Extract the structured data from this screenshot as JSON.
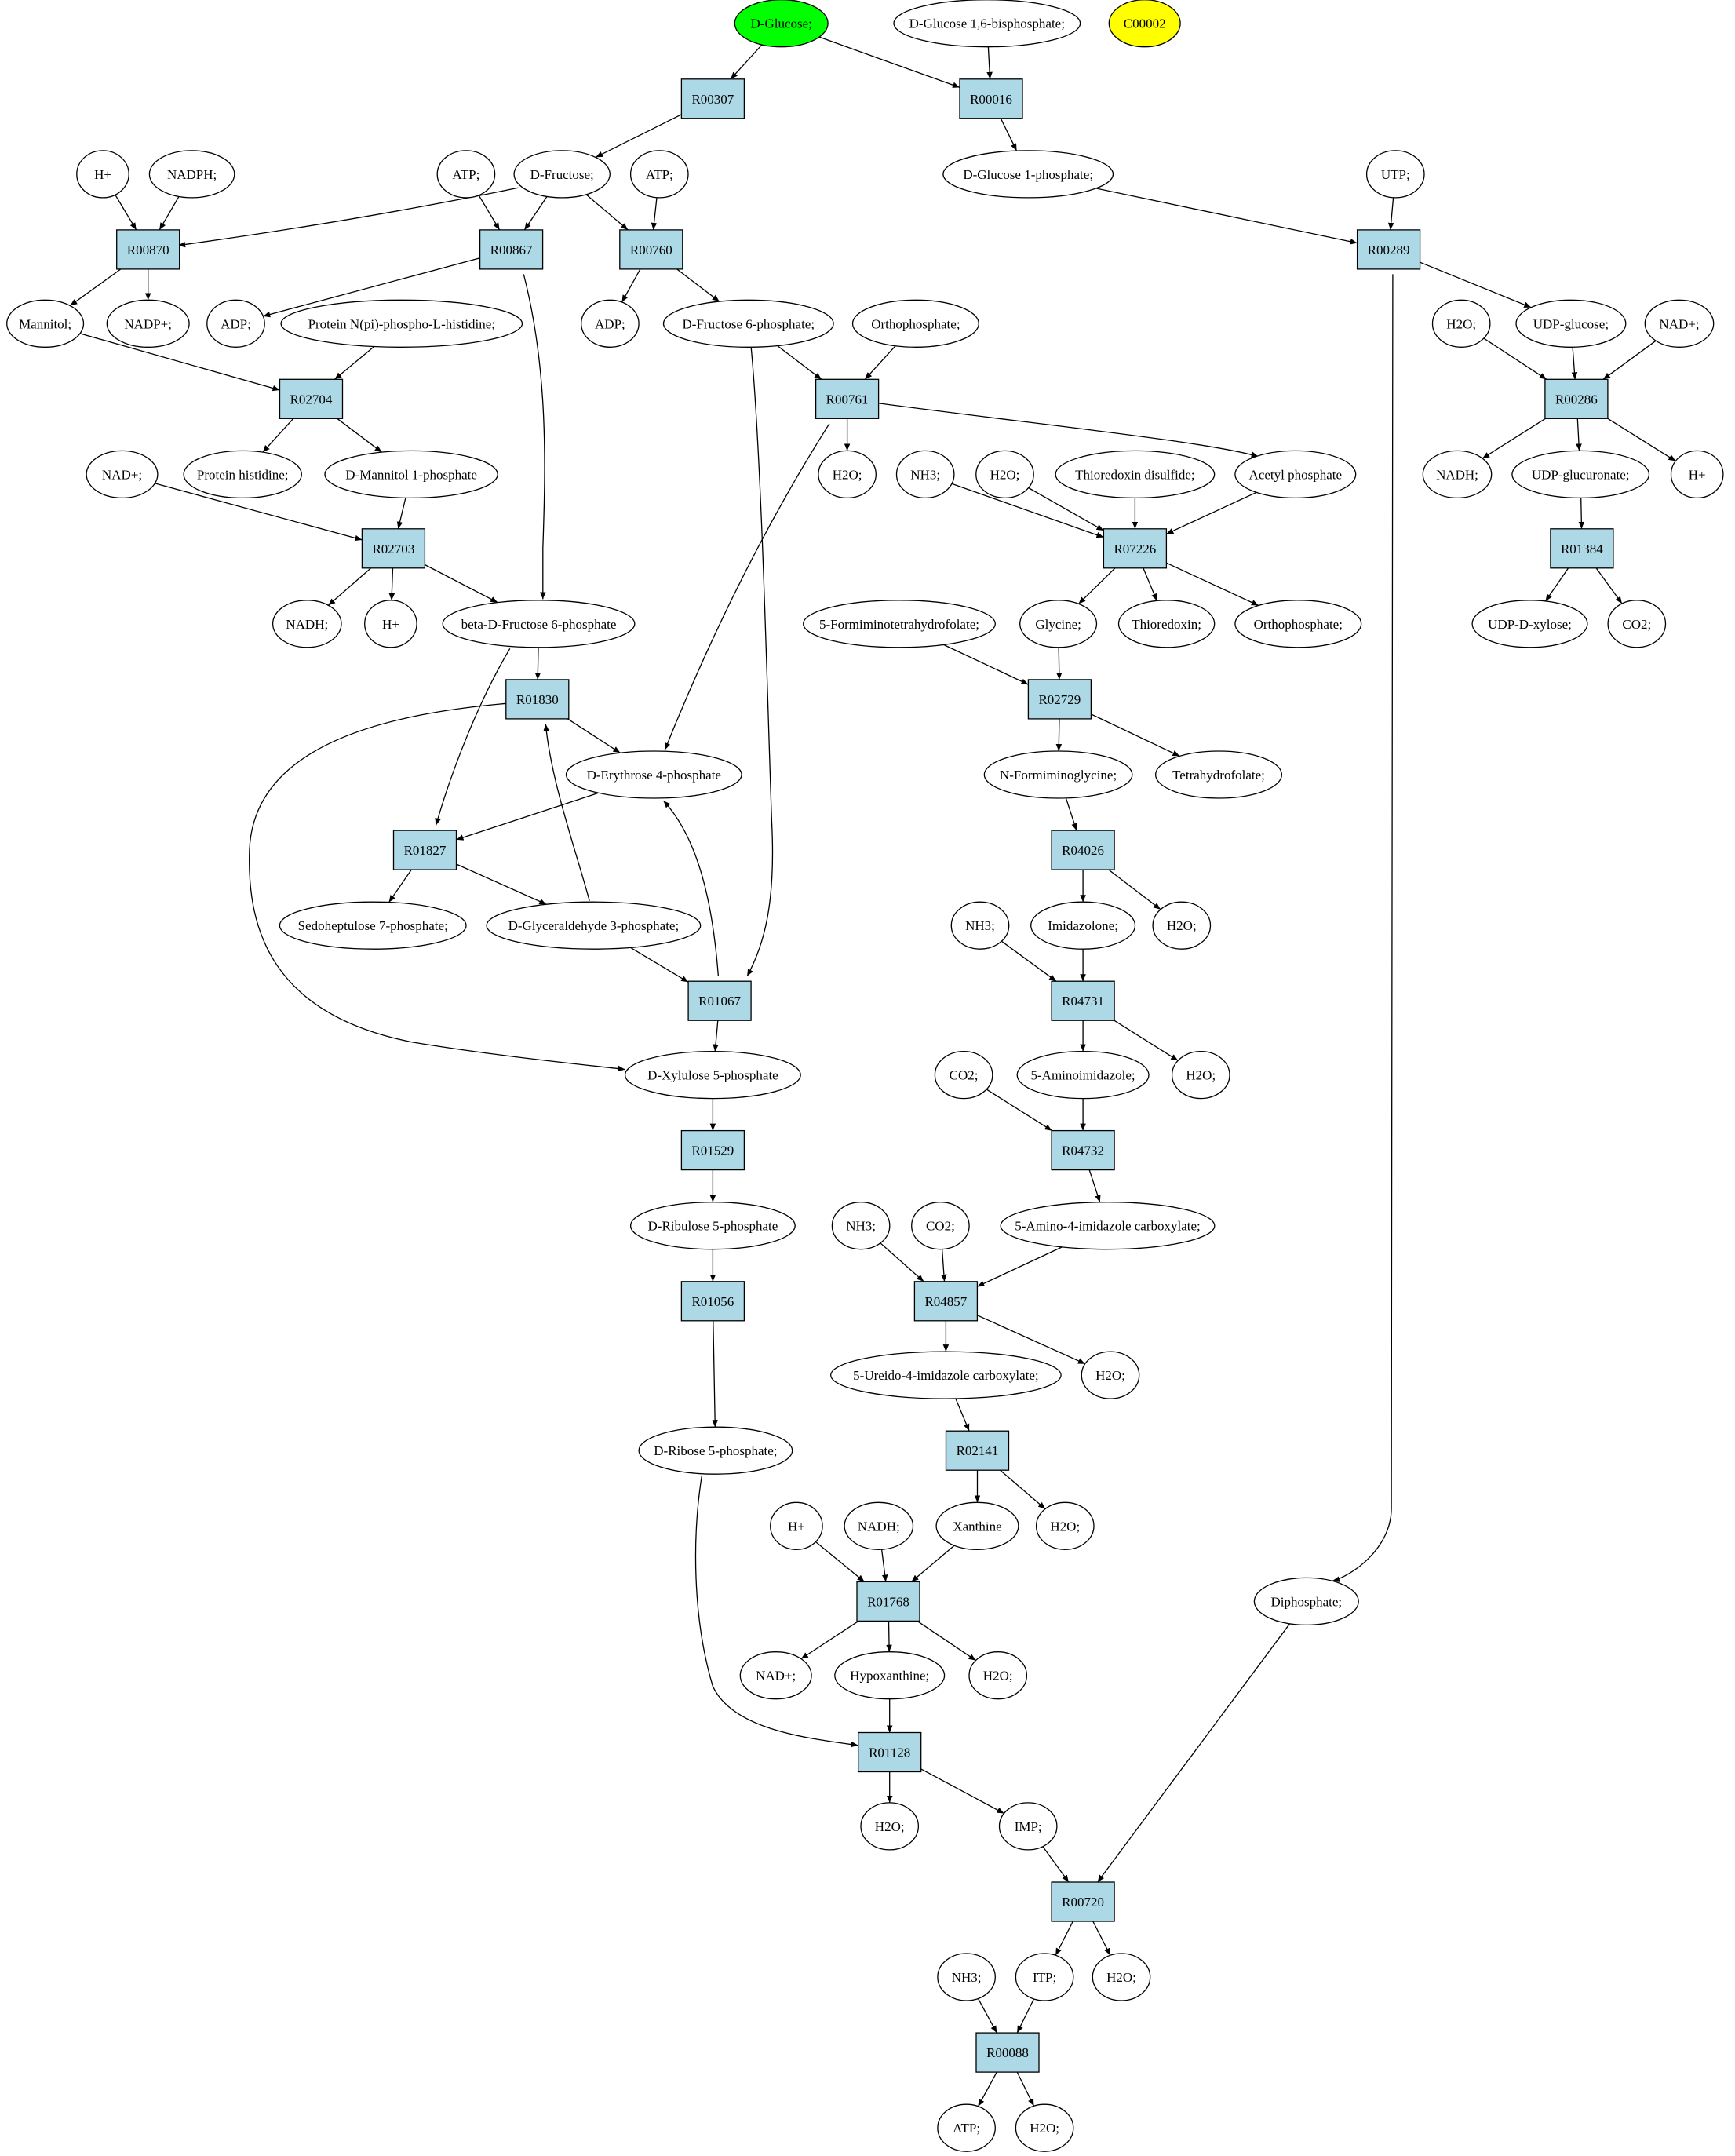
{
  "colors": {
    "reaction_fill": "#add8e6",
    "compound_fill": "#ffffff",
    "start_fill": "#00ff00",
    "target_fill": "#ffff00",
    "stroke": "#000000"
  },
  "nodes": [
    {
      "id": "n_glucose",
      "kind": "compound",
      "label": "D-Glucose;",
      "fill": "start"
    },
    {
      "id": "n_g16bp",
      "kind": "compound",
      "label": "D-Glucose 1,6-bisphosphate;"
    },
    {
      "id": "n_c00002",
      "kind": "compound",
      "label": "C00002",
      "fill": "target"
    },
    {
      "id": "R00307",
      "kind": "reaction",
      "label": "R00307"
    },
    {
      "id": "R00016",
      "kind": "reaction",
      "label": "R00016"
    },
    {
      "id": "n_hplus_a",
      "kind": "compound",
      "label": "H+"
    },
    {
      "id": "n_nadph",
      "kind": "compound",
      "label": "NADPH;"
    },
    {
      "id": "n_atp_a",
      "kind": "compound",
      "label": "ATP;"
    },
    {
      "id": "n_fructose",
      "kind": "compound",
      "label": "D-Fructose;"
    },
    {
      "id": "n_atp_b",
      "kind": "compound",
      "label": "ATP;"
    },
    {
      "id": "n_g1p",
      "kind": "compound",
      "label": "D-Glucose 1-phosphate;"
    },
    {
      "id": "n_utp",
      "kind": "compound",
      "label": "UTP;"
    },
    {
      "id": "R00870",
      "kind": "reaction",
      "label": "R00870"
    },
    {
      "id": "R00867",
      "kind": "reaction",
      "label": "R00867"
    },
    {
      "id": "R00760",
      "kind": "reaction",
      "label": "R00760"
    },
    {
      "id": "R00289",
      "kind": "reaction",
      "label": "R00289"
    },
    {
      "id": "n_mannitol",
      "kind": "compound",
      "label": "Mannitol;"
    },
    {
      "id": "n_nadpplus",
      "kind": "compound",
      "label": "NADP+;"
    },
    {
      "id": "n_adp_a",
      "kind": "compound",
      "label": "ADP;"
    },
    {
      "id": "n_protnpi",
      "kind": "compound",
      "label": "Protein N(pi)-phospho-L-histidine;"
    },
    {
      "id": "n_adp_b",
      "kind": "compound",
      "label": "ADP;"
    },
    {
      "id": "n_f6p",
      "kind": "compound",
      "label": "D-Fructose 6-phosphate;"
    },
    {
      "id": "n_ortho_a",
      "kind": "compound",
      "label": "Orthophosphate;"
    },
    {
      "id": "n_h2o_a",
      "kind": "compound",
      "label": "H2O;"
    },
    {
      "id": "n_udpglc",
      "kind": "compound",
      "label": "UDP-glucose;"
    },
    {
      "id": "n_nadplus_a",
      "kind": "compound",
      "label": "NAD+;"
    },
    {
      "id": "R02704",
      "kind": "reaction",
      "label": "R02704"
    },
    {
      "id": "R00761",
      "kind": "reaction",
      "label": "R00761"
    },
    {
      "id": "R00286",
      "kind": "reaction",
      "label": "R00286"
    },
    {
      "id": "n_nadplus_b",
      "kind": "compound",
      "label": "NAD+;"
    },
    {
      "id": "n_prothis",
      "kind": "compound",
      "label": "Protein histidine;"
    },
    {
      "id": "n_m1p",
      "kind": "compound",
      "label": "D-Mannitol 1-phosphate"
    },
    {
      "id": "n_h2o_b",
      "kind": "compound",
      "label": "H2O;"
    },
    {
      "id": "n_nh3_a",
      "kind": "compound",
      "label": "NH3;"
    },
    {
      "id": "n_h2o_c",
      "kind": "compound",
      "label": "H2O;"
    },
    {
      "id": "n_thiodis",
      "kind": "compound",
      "label": "Thioredoxin disulfide;"
    },
    {
      "id": "n_acetylp",
      "kind": "compound",
      "label": "Acetyl phosphate"
    },
    {
      "id": "n_nadh_a",
      "kind": "compound",
      "label": "NADH;"
    },
    {
      "id": "n_udpgluc",
      "kind": "compound",
      "label": "UDP-glucuronate;"
    },
    {
      "id": "n_hplus_b",
      "kind": "compound",
      "label": "H+"
    },
    {
      "id": "R02703",
      "kind": "reaction",
      "label": "R02703"
    },
    {
      "id": "R07226",
      "kind": "reaction",
      "label": "R07226"
    },
    {
      "id": "R01384",
      "kind": "reaction",
      "label": "R01384"
    },
    {
      "id": "n_nadh_b",
      "kind": "compound",
      "label": "NADH;"
    },
    {
      "id": "n_hplus_c",
      "kind": "compound",
      "label": "H+"
    },
    {
      "id": "n_bf6p",
      "kind": "compound",
      "label": "beta-D-Fructose 6-phosphate"
    },
    {
      "id": "n_5fthf",
      "kind": "compound",
      "label": "5-Formiminotetrahydrofolate;"
    },
    {
      "id": "n_glycine",
      "kind": "compound",
      "label": "Glycine;"
    },
    {
      "id": "n_thioredoxin",
      "kind": "compound",
      "label": "Thioredoxin;"
    },
    {
      "id": "n_ortho_b",
      "kind": "compound",
      "label": "Orthophosphate;"
    },
    {
      "id": "n_udpxyl",
      "kind": "compound",
      "label": "UDP-D-xylose;"
    },
    {
      "id": "n_co2_a",
      "kind": "compound",
      "label": "CO2;"
    },
    {
      "id": "R01830",
      "kind": "reaction",
      "label": "R01830"
    },
    {
      "id": "R02729",
      "kind": "reaction",
      "label": "R02729"
    },
    {
      "id": "n_e4p",
      "kind": "compound",
      "label": "D-Erythrose 4-phosphate"
    },
    {
      "id": "n_nformgly",
      "kind": "compound",
      "label": "N-Formiminoglycine;"
    },
    {
      "id": "n_thf",
      "kind": "compound",
      "label": "Tetrahydrofolate;"
    },
    {
      "id": "R01827",
      "kind": "reaction",
      "label": "R01827"
    },
    {
      "id": "R04026",
      "kind": "reaction",
      "label": "R04026"
    },
    {
      "id": "n_s7p",
      "kind": "compound",
      "label": "Sedoheptulose 7-phosphate;"
    },
    {
      "id": "n_g3p",
      "kind": "compound",
      "label": "D-Glyceraldehyde 3-phosphate;"
    },
    {
      "id": "n_nh3_b",
      "kind": "compound",
      "label": "NH3;"
    },
    {
      "id": "n_imidazolone",
      "kind": "compound",
      "label": "Imidazolone;"
    },
    {
      "id": "n_h2o_d",
      "kind": "compound",
      "label": "H2O;"
    },
    {
      "id": "R01067",
      "kind": "reaction",
      "label": "R01067"
    },
    {
      "id": "R04731",
      "kind": "reaction",
      "label": "R04731"
    },
    {
      "id": "n_x5p",
      "kind": "compound",
      "label": "D-Xylulose 5-phosphate"
    },
    {
      "id": "n_co2_b",
      "kind": "compound",
      "label": "CO2;"
    },
    {
      "id": "n_5aimid",
      "kind": "compound",
      "label": "5-Aminoimidazole;"
    },
    {
      "id": "n_h2o_e",
      "kind": "compound",
      "label": "H2O;"
    },
    {
      "id": "R01529",
      "kind": "reaction",
      "label": "R01529"
    },
    {
      "id": "R04732",
      "kind": "reaction",
      "label": "R04732"
    },
    {
      "id": "n_ru5p",
      "kind": "compound",
      "label": "D-Ribulose 5-phosphate"
    },
    {
      "id": "n_nh3_c",
      "kind": "compound",
      "label": "NH3;"
    },
    {
      "id": "n_co2_c",
      "kind": "compound",
      "label": "CO2;"
    },
    {
      "id": "n_5a4ic",
      "kind": "compound",
      "label": "5-Amino-4-imidazole carboxylate;"
    },
    {
      "id": "R01056",
      "kind": "reaction",
      "label": "R01056"
    },
    {
      "id": "R04857",
      "kind": "reaction",
      "label": "R04857"
    },
    {
      "id": "n_5u4ic",
      "kind": "compound",
      "label": "5-Ureido-4-imidazole carboxylate;"
    },
    {
      "id": "n_h2o_f",
      "kind": "compound",
      "label": "H2O;"
    },
    {
      "id": "n_r5p",
      "kind": "compound",
      "label": "D-Ribose 5-phosphate;"
    },
    {
      "id": "R02141",
      "kind": "reaction",
      "label": "R02141"
    },
    {
      "id": "n_hplus_d",
      "kind": "compound",
      "label": "H+"
    },
    {
      "id": "n_nadh_c",
      "kind": "compound",
      "label": "NADH;"
    },
    {
      "id": "n_xanthine",
      "kind": "compound",
      "label": "Xanthine"
    },
    {
      "id": "n_h2o_g",
      "kind": "compound",
      "label": "H2O;"
    },
    {
      "id": "n_diphos",
      "kind": "compound",
      "label": "Diphosphate;"
    },
    {
      "id": "R01768",
      "kind": "reaction",
      "label": "R01768"
    },
    {
      "id": "n_nadplus_c",
      "kind": "compound",
      "label": "NAD+;"
    },
    {
      "id": "n_hypox",
      "kind": "compound",
      "label": "Hypoxanthine;"
    },
    {
      "id": "n_h2o_h",
      "kind": "compound",
      "label": "H2O;"
    },
    {
      "id": "R01128",
      "kind": "reaction",
      "label": "R01128"
    },
    {
      "id": "n_h2o_i",
      "kind": "compound",
      "label": "H2O;"
    },
    {
      "id": "n_imp",
      "kind": "compound",
      "label": "IMP;"
    },
    {
      "id": "R00720",
      "kind": "reaction",
      "label": "R00720"
    },
    {
      "id": "n_nh3_d",
      "kind": "compound",
      "label": "NH3;"
    },
    {
      "id": "n_itp",
      "kind": "compound",
      "label": "ITP;"
    },
    {
      "id": "n_h2o_j",
      "kind": "compound",
      "label": "H2O;"
    },
    {
      "id": "R00088",
      "kind": "reaction",
      "label": "R00088"
    },
    {
      "id": "n_atp_c",
      "kind": "compound",
      "label": "ATP;"
    },
    {
      "id": "n_h2o_k",
      "kind": "compound",
      "label": "H2O;"
    }
  ],
  "edges": [
    [
      "n_glucose",
      "R00307"
    ],
    [
      "n_glucose",
      "R00016"
    ],
    [
      "n_g16bp",
      "R00016"
    ],
    [
      "R00307",
      "n_fructose"
    ],
    [
      "R00016",
      "n_g1p"
    ],
    [
      "n_hplus_a",
      "R00870"
    ],
    [
      "n_nadph",
      "R00870"
    ],
    [
      "n_fructose",
      "R00870"
    ],
    [
      "n_atp_a",
      "R00867"
    ],
    [
      "n_fructose",
      "R00867"
    ],
    [
      "n_fructose",
      "R00760"
    ],
    [
      "n_atp_b",
      "R00760"
    ],
    [
      "n_g1p",
      "R00289"
    ],
    [
      "n_utp",
      "R00289"
    ],
    [
      "R00870",
      "n_mannitol"
    ],
    [
      "R00870",
      "n_nadpplus"
    ],
    [
      "R00867",
      "n_adp_a"
    ],
    [
      "R00867",
      "n_bf6p"
    ],
    [
      "R00760",
      "n_adp_b"
    ],
    [
      "R00760",
      "n_f6p"
    ],
    [
      "R00289",
      "n_udpglc"
    ],
    [
      "R00289",
      "n_diphos"
    ],
    [
      "n_mannitol",
      "R02704"
    ],
    [
      "n_protnpi",
      "R02704"
    ],
    [
      "n_f6p",
      "R00761"
    ],
    [
      "n_ortho_a",
      "R00761"
    ],
    [
      "n_f6p",
      "R01067"
    ],
    [
      "n_h2o_a",
      "R00286"
    ],
    [
      "n_udpglc",
      "R00286"
    ],
    [
      "n_nadplus_a",
      "R00286"
    ],
    [
      "R02704",
      "n_prothis"
    ],
    [
      "R02704",
      "n_m1p"
    ],
    [
      "R00761",
      "n_h2o_b"
    ],
    [
      "R00761",
      "n_acetylp"
    ],
    [
      "R00761",
      "n_e4p"
    ],
    [
      "R00286",
      "n_nadh_a"
    ],
    [
      "R00286",
      "n_udpgluc"
    ],
    [
      "R00286",
      "n_hplus_b"
    ],
    [
      "n_nadplus_b",
      "R02703"
    ],
    [
      "n_m1p",
      "R02703"
    ],
    [
      "n_nh3_a",
      "R07226"
    ],
    [
      "n_h2o_c",
      "R07226"
    ],
    [
      "n_thiodis",
      "R07226"
    ],
    [
      "n_acetylp",
      "R07226"
    ],
    [
      "n_udpgluc",
      "R01384"
    ],
    [
      "R02703",
      "n_nadh_b"
    ],
    [
      "R02703",
      "n_hplus_c"
    ],
    [
      "R02703",
      "n_bf6p"
    ],
    [
      "R07226",
      "n_glycine"
    ],
    [
      "R07226",
      "n_thioredoxin"
    ],
    [
      "R07226",
      "n_ortho_b"
    ],
    [
      "R01384",
      "n_udpxyl"
    ],
    [
      "R01384",
      "n_co2_a"
    ],
    [
      "n_bf6p",
      "R01830"
    ],
    [
      "n_bf6p",
      "R01827"
    ],
    [
      "n_5fthf",
      "R02729"
    ],
    [
      "n_glycine",
      "R02729"
    ],
    [
      "R01830",
      "n_e4p"
    ],
    [
      "R01830",
      "n_x5p"
    ],
    [
      "R02729",
      "n_nformgly"
    ],
    [
      "R02729",
      "n_thf"
    ],
    [
      "n_e4p",
      "R01827"
    ],
    [
      "n_nformgly",
      "R04026"
    ],
    [
      "R01827",
      "n_s7p"
    ],
    [
      "R01827",
      "n_g3p"
    ],
    [
      "n_g3p",
      "R01830"
    ],
    [
      "n_g3p",
      "R01067"
    ],
    [
      "R01067",
      "n_e4p"
    ],
    [
      "R04026",
      "n_imidazolone"
    ],
    [
      "R04026",
      "n_h2o_d"
    ],
    [
      "n_nh3_b",
      "R04731"
    ],
    [
      "n_imidazolone",
      "R04731"
    ],
    [
      "R01067",
      "n_x5p"
    ],
    [
      "R04731",
      "n_5aimid"
    ],
    [
      "R04731",
      "n_h2o_e"
    ],
    [
      "n_x5p",
      "R01529"
    ],
    [
      "n_co2_b",
      "R04732"
    ],
    [
      "n_5aimid",
      "R04732"
    ],
    [
      "R01529",
      "n_ru5p"
    ],
    [
      "R04732",
      "n_5a4ic"
    ],
    [
      "n_ru5p",
      "R01056"
    ],
    [
      "n_nh3_c",
      "R04857"
    ],
    [
      "n_co2_c",
      "R04857"
    ],
    [
      "n_5a4ic",
      "R04857"
    ],
    [
      "R01056",
      "n_r5p"
    ],
    [
      "R04857",
      "n_5u4ic"
    ],
    [
      "R04857",
      "n_h2o_f"
    ],
    [
      "n_5u4ic",
      "R02141"
    ],
    [
      "R02141",
      "n_xanthine"
    ],
    [
      "R02141",
      "n_h2o_g"
    ],
    [
      "n_hplus_d",
      "R01768"
    ],
    [
      "n_nadh_c",
      "R01768"
    ],
    [
      "n_xanthine",
      "R01768"
    ],
    [
      "R01768",
      "n_nadplus_c"
    ],
    [
      "R01768",
      "n_hypox"
    ],
    [
      "R01768",
      "n_h2o_h"
    ],
    [
      "n_hypox",
      "R01128"
    ],
    [
      "n_r5p",
      "R01128"
    ],
    [
      "R01128",
      "n_h2o_i"
    ],
    [
      "R01128",
      "n_imp"
    ],
    [
      "n_imp",
      "R00720"
    ],
    [
      "n_diphos",
      "R00720"
    ],
    [
      "R00720",
      "n_itp"
    ],
    [
      "R00720",
      "n_h2o_j"
    ],
    [
      "n_nh3_d",
      "R00088"
    ],
    [
      "n_itp",
      "R00088"
    ],
    [
      "R00088",
      "n_atp_c"
    ],
    [
      "R00088",
      "n_h2o_k"
    ]
  ]
}
